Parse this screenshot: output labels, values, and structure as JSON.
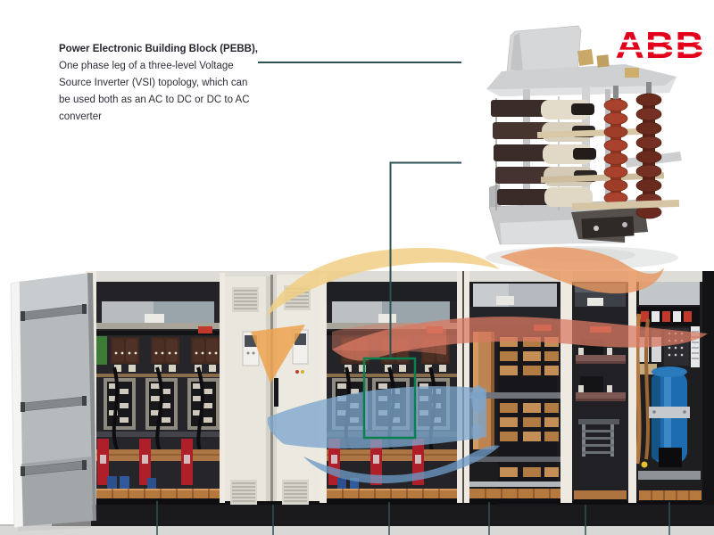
{
  "annotation": {
    "title": "Power Electronic Building Block (PEBB),",
    "line1": "One phase leg of a three-level Voltage",
    "line2": "Source Inverter (VSI) topology, which can",
    "line3": "be used both as an AC to DC or DC to AC",
    "line4": "converter"
  },
  "logo": {
    "text": "ABB",
    "color": "#e2001a"
  },
  "figure": {
    "product": "pebb-inverter-stack-photo",
    "scene": "converter-cabinet-lineup-photo",
    "highlight": "pebb-location-in-cabinet"
  },
  "colors": {
    "callout_line": "#2d5156",
    "highlight_box": "#0a7f4f",
    "watermark_yellow": "#f1cf85",
    "watermark_orange": "#e9955e",
    "watermark_salmon": "#da7a63",
    "watermark_blue": "#7ea6cd",
    "watermark_blue_dark": "#6d99c4",
    "copper": "#b5793f",
    "cap_red": "#ae1f2a",
    "cylinder_blue": "#1d6cb0"
  }
}
